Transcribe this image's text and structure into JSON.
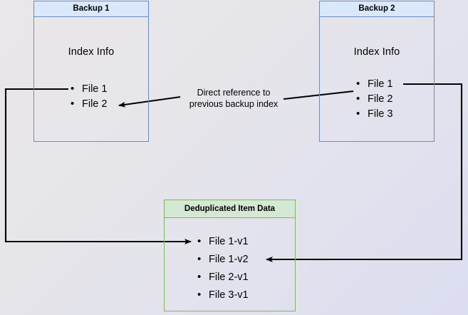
{
  "diagram": {
    "title_hidden": "",
    "boxes": [
      {
        "id": "backup1",
        "header": "Backup 1",
        "section_title": "Index Info",
        "items": [
          "File 1",
          "File 2"
        ],
        "accent": "#6c8ebf",
        "header_fill": "#dae8fc"
      },
      {
        "id": "backup2",
        "header": "Backup 2",
        "section_title": "Index Info",
        "items": [
          "File 1",
          "File 2",
          "File 3"
        ],
        "accent": "#6c8ebf",
        "header_fill": "#dae8fc"
      },
      {
        "id": "dedup",
        "header": "Deduplicated Item Data",
        "section_title": "",
        "items": [
          "File 1-v1",
          "File 1-v2",
          "File 2-v1",
          "File 3-v1"
        ],
        "accent": "#82b366",
        "header_fill": "#d5e8d4"
      }
    ],
    "captions": [
      {
        "id": "direct-reference",
        "text": "Direct reference to\nprevious backup index"
      }
    ],
    "connectors": [
      {
        "id": "backup2-index-to-backup1-file2",
        "from": "Backup 2 Index Info",
        "to": "Backup 1 / File 2",
        "label": "Direct reference to previous backup index"
      },
      {
        "id": "backup1-file1-to-dedup",
        "from": "Backup 1 / File 1",
        "to": "Deduplicated Item Data / File 1-v1"
      },
      {
        "id": "backup2-file1-to-dedup",
        "from": "Backup 2 / File 1",
        "to": "Deduplicated Item Data / File 1-v2"
      }
    ],
    "colors": {
      "line": "#000000",
      "background_start": "#e9e7e9",
      "background_end": "#dbdef0",
      "text": "#000000"
    }
  }
}
